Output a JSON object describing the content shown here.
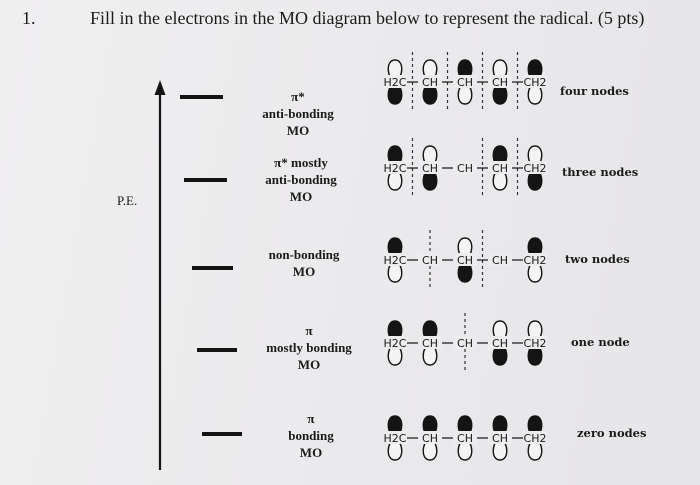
{
  "question": {
    "number": "1.",
    "text": "Fill in the electrons in the MO diagram below to represent the radical. (5 pts)"
  },
  "axis_label": "P.E.",
  "chain_atoms": [
    "H2C",
    "CH",
    "CH",
    "CH",
    "CH2"
  ],
  "levels": [
    {
      "symbol": "π*",
      "label_lines": [
        "anti-bonding",
        "MO"
      ],
      "nodes": "four nodes",
      "lobes_filled_top": [
        false,
        false,
        true,
        false,
        true
      ],
      "node_lines": [
        1,
        2,
        3,
        4
      ]
    },
    {
      "symbol": "π* mostly",
      "label_lines": [
        "anti-bonding",
        "MO"
      ],
      "nodes": "three nodes",
      "lobes_filled_top": [
        true,
        false,
        null,
        true,
        false
      ],
      "node_lines": [
        1,
        3,
        4
      ]
    },
    {
      "symbol": "",
      "label_lines": [
        "non-bonding",
        "MO"
      ],
      "nodes": "two nodes",
      "lobes_filled_top": [
        true,
        null,
        false,
        null,
        true
      ],
      "node_lines": [
        1.5,
        3
      ]
    },
    {
      "symbol": "π",
      "label_lines": [
        "mostly bonding",
        "MO"
      ],
      "nodes": "one node",
      "lobes_filled_top": [
        true,
        true,
        null,
        false,
        false
      ],
      "node_lines": [
        2.5
      ]
    },
    {
      "symbol": "π",
      "label_lines": [
        "bonding",
        "MO"
      ],
      "nodes": "zero nodes",
      "lobes_filled_top": [
        true,
        true,
        true,
        true,
        true
      ],
      "node_lines": []
    }
  ]
}
